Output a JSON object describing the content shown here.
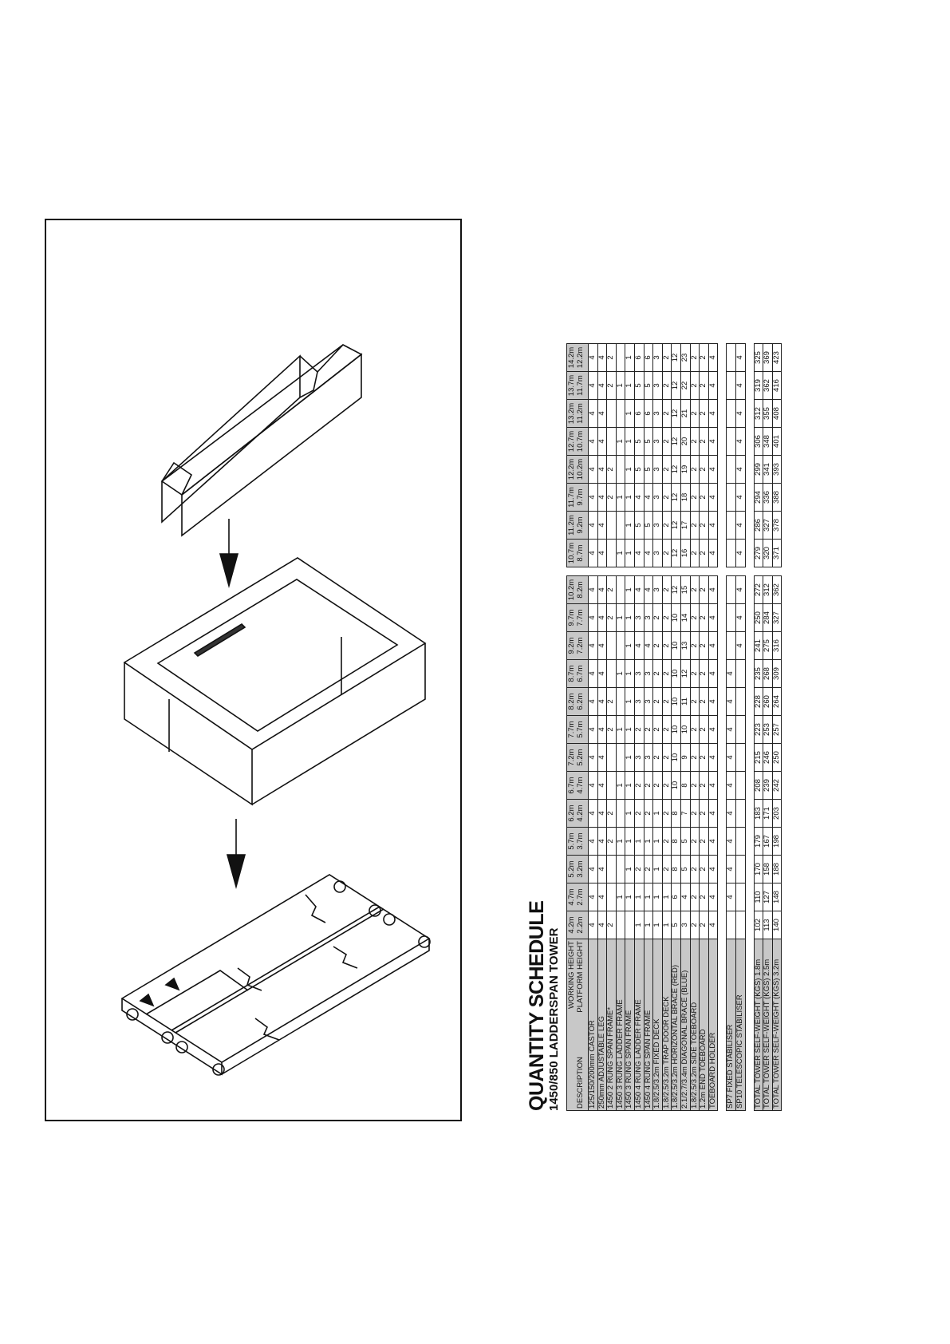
{
  "title": "QUANTITY SCHEDULE",
  "subtitle": "1450/850 LADDERSPAN TOWER",
  "header": {
    "desc_top": "WORKING HEIGHT",
    "desc_mid": "PLATFORM HEIGHT",
    "desc_left": "DESCRIPTION",
    "working": [
      "4.2m",
      "4.7m",
      "5.2m",
      "5.7m",
      "6.2m",
      "6.7m",
      "7.2m",
      "7.7m",
      "8.2m",
      "8.7m",
      "9.2m",
      "9.7m",
      "10.2m",
      "10.7m",
      "11.2m",
      "11.7m",
      "12.2m",
      "12.7m",
      "13.2m",
      "13.7m",
      "14.2m"
    ],
    "platform": [
      "2.2m",
      "2.7m",
      "3.2m",
      "3.7m",
      "4.2m",
      "4.7m",
      "5.2m",
      "5.7m",
      "6.2m",
      "6.7m",
      "7.2m",
      "7.7m",
      "8.2m",
      "8.7m",
      "9.2m",
      "9.7m",
      "10.2m",
      "10.7m",
      "11.2m",
      "11.7m",
      "12.2m"
    ]
  },
  "rows": [
    {
      "d": "125/150/200mm CASTOR",
      "v": [
        "4",
        "4",
        "4",
        "4",
        "4",
        "4",
        "4",
        "4",
        "4",
        "4",
        "4",
        "4",
        "4",
        "4",
        "4",
        "4",
        "4",
        "4",
        "4",
        "4",
        "4"
      ]
    },
    {
      "d": "250mm ADJUSTABLE LEG",
      "v": [
        "4",
        "4",
        "4",
        "4",
        "4",
        "4",
        "4",
        "4",
        "4",
        "4",
        "4",
        "4",
        "4",
        "4",
        "4",
        "4",
        "4",
        "4",
        "4",
        "4",
        "4"
      ]
    },
    {
      "d": "1450 2 RUNG SPAN FRAME*",
      "v": [
        "2",
        "",
        "",
        "2",
        "2",
        "",
        "",
        "2",
        "2",
        "",
        "",
        "2",
        "2",
        "",
        "",
        "2",
        "2",
        "",
        "",
        "2",
        "2"
      ]
    },
    {
      "d": "1450 3 RUNG LADDER FRAME",
      "v": [
        "",
        "1",
        "",
        "1",
        "",
        "1",
        "",
        "1",
        "",
        "1",
        "",
        "1",
        "",
        "1",
        "",
        "1",
        "",
        "1",
        "",
        "1",
        ""
      ]
    },
    {
      "d": "1450 3 RUNG SPAN FRAME",
      "v": [
        "",
        "1",
        "1",
        "1",
        "1",
        "1",
        "1",
        "1",
        "1",
        "1",
        "1",
        "1",
        "1",
        "1",
        "1",
        "1",
        "1",
        "1",
        "1",
        "1",
        "1"
      ]
    },
    {
      "d": "1450 4 RUNG LADDER FRAME",
      "v": [
        "1",
        "1",
        "2",
        "1",
        "2",
        "2",
        "3",
        "2",
        "3",
        "3",
        "4",
        "3",
        "4",
        "4",
        "5",
        "4",
        "5",
        "5",
        "6",
        "5",
        "6"
      ]
    },
    {
      "d": "1450 4 RUNG SPAN FRAME",
      "v": [
        "1",
        "1",
        "2",
        "1",
        "2",
        "2",
        "3",
        "2",
        "3",
        "3",
        "4",
        "3",
        "4",
        "4",
        "5",
        "4",
        "5",
        "5",
        "6",
        "5",
        "6"
      ]
    },
    {
      "d": "1.8/2.5/3.2m FIXED DECK",
      "v": [
        "1",
        "1",
        "1",
        "1",
        "1",
        "2",
        "2",
        "2",
        "2",
        "2",
        "2",
        "2",
        "3",
        "3",
        "3",
        "3",
        "3",
        "3",
        "3",
        "3",
        "3"
      ]
    },
    {
      "d": "1.8/2.5/3.2m TRAP DOOR DECK",
      "v": [
        "1",
        "1",
        "2",
        "2",
        "2",
        "2",
        "2",
        "2",
        "2",
        "2",
        "2",
        "2",
        "2",
        "2",
        "2",
        "2",
        "2",
        "2",
        "2",
        "2",
        "2"
      ]
    },
    {
      "d": "1.8/2.5/3.2m HORIZONTAL BRACE (RED)",
      "v": [
        "5",
        "6",
        "8",
        "8",
        "8",
        "10",
        "10",
        "10",
        "10",
        "10",
        "10",
        "10",
        "12",
        "12",
        "12",
        "12",
        "12",
        "12",
        "12",
        "12",
        "12"
      ]
    },
    {
      "d": "2.1/2.7/3.4m DIAGONAL BRACE (BLUE)",
      "v": [
        "3",
        "4",
        "5",
        "5",
        "7",
        "8",
        "9",
        "10",
        "11",
        "12",
        "13",
        "14",
        "15",
        "16",
        "17",
        "18",
        "19",
        "20",
        "21",
        "22",
        "23"
      ]
    },
    {
      "d": "1.8/2.5/3.2m SIDE TOEBOARD",
      "v": [
        "2",
        "2",
        "2",
        "2",
        "2",
        "2",
        "2",
        "2",
        "2",
        "2",
        "2",
        "2",
        "2",
        "2",
        "2",
        "2",
        "2",
        "2",
        "2",
        "2",
        "2"
      ]
    },
    {
      "d": "1.2m END TOEBOARD",
      "v": [
        "2",
        "2",
        "2",
        "2",
        "2",
        "2",
        "2",
        "2",
        "2",
        "2",
        "2",
        "2",
        "2",
        "2",
        "2",
        "2",
        "2",
        "2",
        "2",
        "2",
        "2"
      ]
    },
    {
      "d": "TOEBOARD HOLDER",
      "v": [
        "4",
        "4",
        "4",
        "4",
        "4",
        "4",
        "4",
        "4",
        "4",
        "4",
        "4",
        "4",
        "4",
        "4",
        "4",
        "4",
        "4",
        "4",
        "4",
        "4",
        "4"
      ]
    }
  ],
  "stab": [
    {
      "d": "SP7 FIXED STABILISER",
      "v": [
        "",
        "4",
        "4",
        "4",
        "4",
        "4",
        "4",
        "4",
        "4",
        "4",
        "",
        "",
        "",
        "",
        "",
        "",
        "",
        "",
        "",
        "",
        ""
      ]
    },
    {
      "d": "SP10 TELESCOPIC STABILISER",
      "v": [
        "",
        "",
        "",
        "",
        "",
        "",
        "",
        "",
        "",
        "",
        "4",
        "4",
        "4",
        "4",
        "4",
        "4",
        "4",
        "4",
        "4",
        "4",
        "4"
      ]
    }
  ],
  "totals": [
    {
      "d": "TOTAL TOWER SELF-WEIGHT (KGS) 1.8m",
      "v": [
        "102",
        "110",
        "170",
        "179",
        "183",
        "208",
        "215",
        "223",
        "228",
        "235",
        "241",
        "250",
        "272",
        "279",
        "286",
        "294",
        "299",
        "306",
        "312",
        "319",
        "325"
      ]
    },
    {
      "d": "TOTAL TOWER SELF-WEIGHT (KGS) 2.5m",
      "v": [
        "113",
        "127",
        "158",
        "167",
        "171",
        "239",
        "246",
        "253",
        "260",
        "268",
        "275",
        "284",
        "312",
        "320",
        "327",
        "336",
        "341",
        "348",
        "355",
        "362",
        "369"
      ]
    },
    {
      "d": "TOTAL TOWER SELF-WEIGHT (KGS) 3.2m",
      "v": [
        "140",
        "148",
        "188",
        "198",
        "203",
        "242",
        "250",
        "257",
        "264",
        "309",
        "316",
        "327",
        "362",
        "371",
        "378",
        "388",
        "393",
        "401",
        "408",
        "416",
        "423"
      ]
    }
  ]
}
